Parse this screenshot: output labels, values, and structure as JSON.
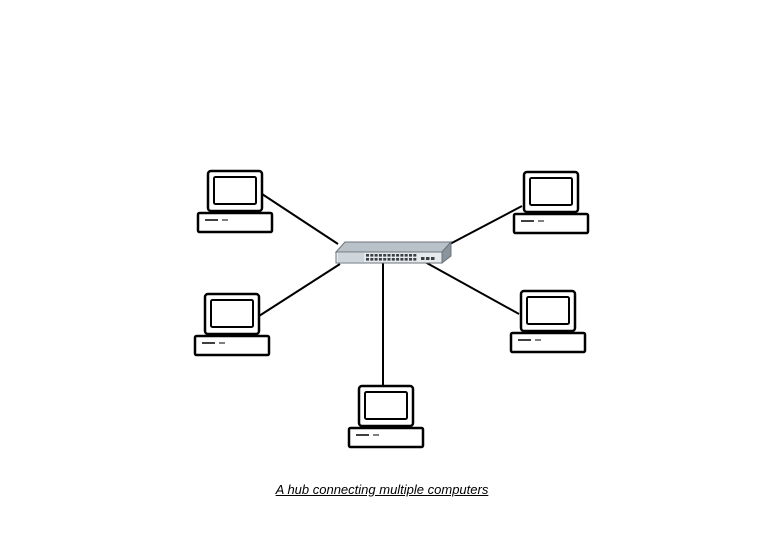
{
  "caption": "A hub connecting multiple computers",
  "colors": {
    "background": "#ffffff",
    "line": "#000000",
    "hub_body": "#8a949c",
    "hub_top": "#b9c2c8",
    "hub_face": "#e6eaed",
    "hub_port": "#3a4046"
  },
  "hub": {
    "name": "network-hub",
    "icon": "hub-icon"
  },
  "computers": [
    {
      "name": "computer-top-left",
      "icon": "computer-icon"
    },
    {
      "name": "computer-top-right",
      "icon": "computer-icon"
    },
    {
      "name": "computer-middle-left",
      "icon": "computer-icon"
    },
    {
      "name": "computer-middle-right",
      "icon": "computer-icon"
    },
    {
      "name": "computer-bottom",
      "icon": "computer-icon"
    }
  ]
}
